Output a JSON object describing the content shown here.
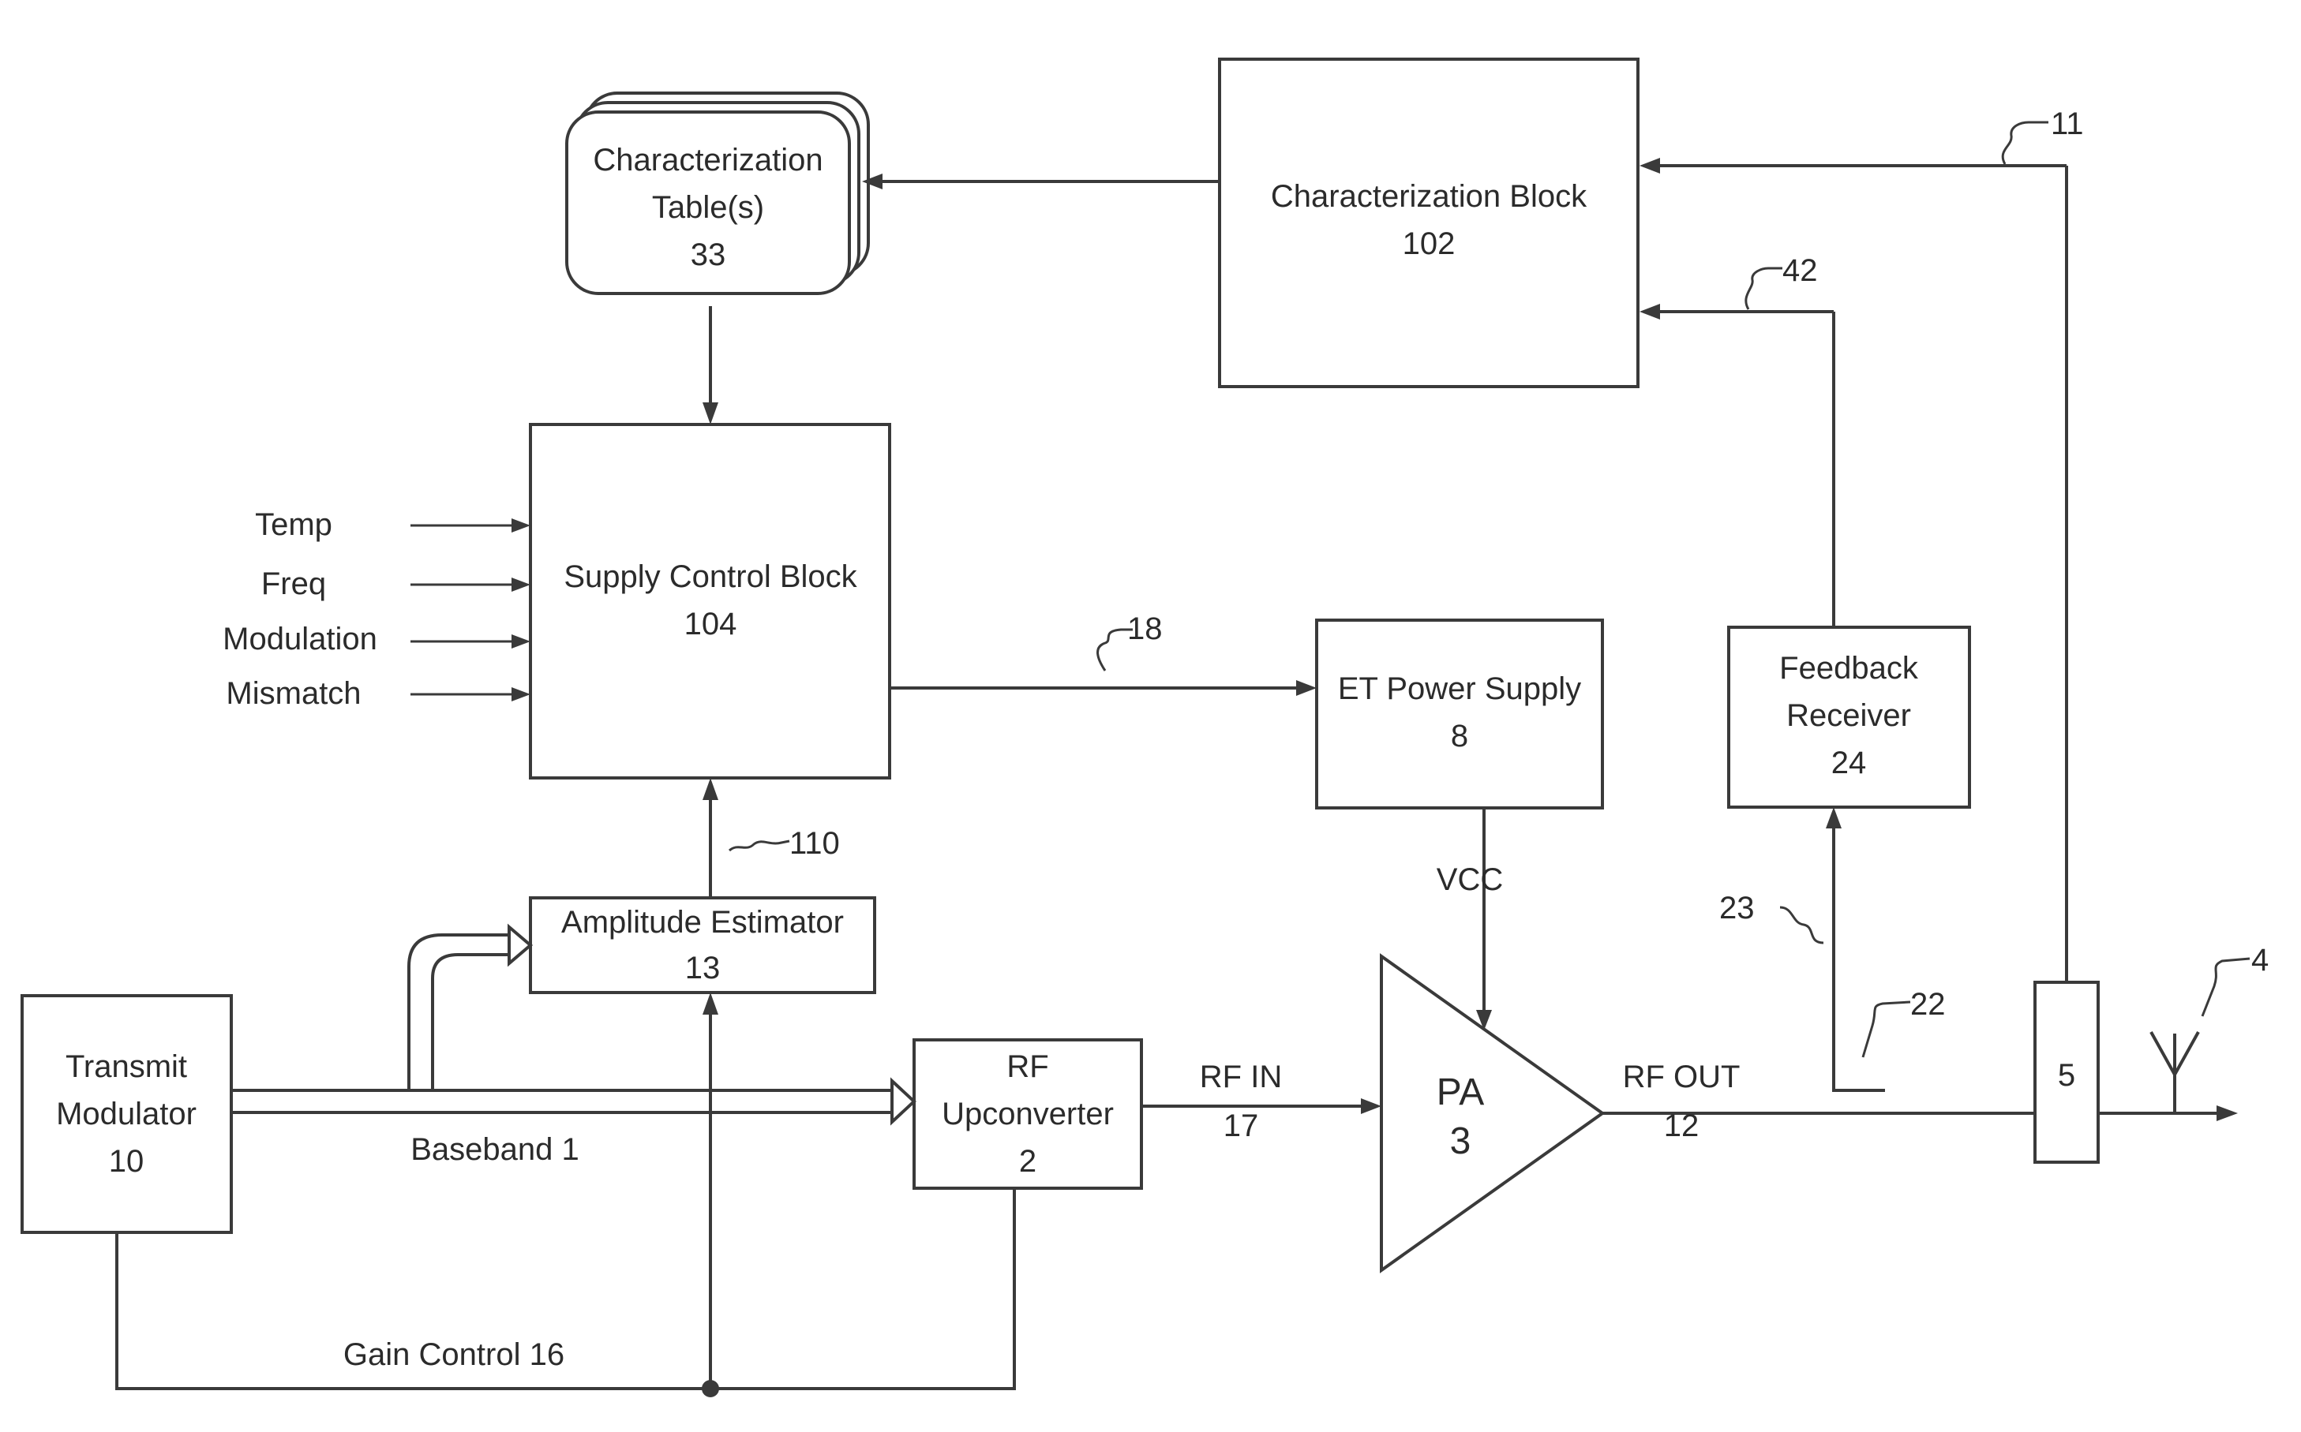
{
  "blocks": {
    "char_table": {
      "line1": "Characterization",
      "line2": "Table(s)",
      "num": "33"
    },
    "char_block": {
      "name": "Characterization Block",
      "num": "102"
    },
    "supply_ctrl": {
      "name": "Supply Control Block",
      "num": "104"
    },
    "et_supply": {
      "name": "ET Power Supply",
      "num": "8"
    },
    "feedback": {
      "line1": "Feedback",
      "line2": "Receiver",
      "num": "24"
    },
    "amp_est": {
      "name": "Amplitude Estimator",
      "num": "13"
    },
    "tx_mod": {
      "line1": "Transmit",
      "line2": "Modulator",
      "num": "10"
    },
    "rf_up": {
      "line1": "RF",
      "line2": "Upconverter",
      "num": "2"
    },
    "pa": {
      "name": "PA",
      "num": "3"
    },
    "coupler": {
      "num": "5"
    }
  },
  "inputs": [
    "Temp",
    "Freq",
    "Modulation",
    "Mismatch"
  ],
  "labels": {
    "vcc": "VCC",
    "rf_in": "RF IN",
    "rf_in_num": "17",
    "rf_out": "RF OUT",
    "rf_out_num": "12",
    "baseband": "Baseband 1",
    "gain_control": "Gain Control 16"
  },
  "refs": {
    "r11": "11",
    "r42": "42",
    "r18": "18",
    "r110": "110",
    "r23": "23",
    "r22": "22",
    "r4": "4"
  }
}
